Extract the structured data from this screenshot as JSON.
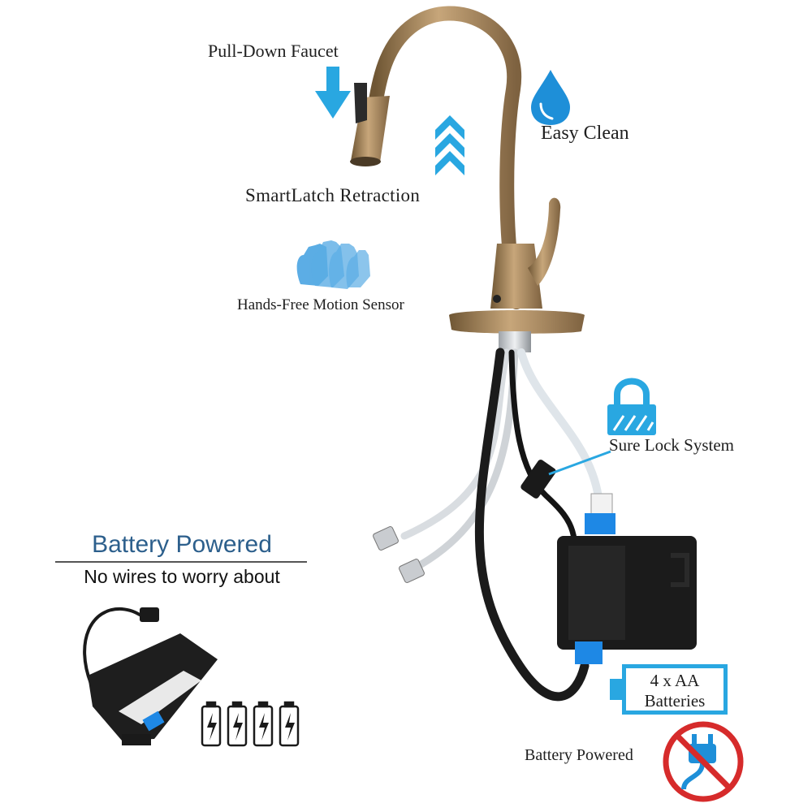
{
  "labels": {
    "pull_down": "Pull-Down Faucet",
    "smartlatch": "SmartLatch Retraction",
    "easy_clean": "Easy Clean",
    "hands_free": "Hands-Free Motion Sensor",
    "sure_lock": "Sure Lock System",
    "battery_powered_bottom": "Battery Powered"
  },
  "battery_callout": {
    "title": "Battery Powered",
    "subtitle": "No wires to worry about"
  },
  "battery_box": {
    "line1": "4 x AA",
    "line2": "Batteries"
  },
  "icons": [
    "down-arrow-icon",
    "up-chevrons-icon",
    "water-drop-icon",
    "hand-wave-icon",
    "padlock-icon",
    "battery-icon",
    "no-plug-icon"
  ],
  "colors": {
    "accent_blue": "#29a7e1",
    "title_blue": "#2c5f8c",
    "faucet_gold": "#9a7a50",
    "no_sign_red": "#d62b2b"
  }
}
